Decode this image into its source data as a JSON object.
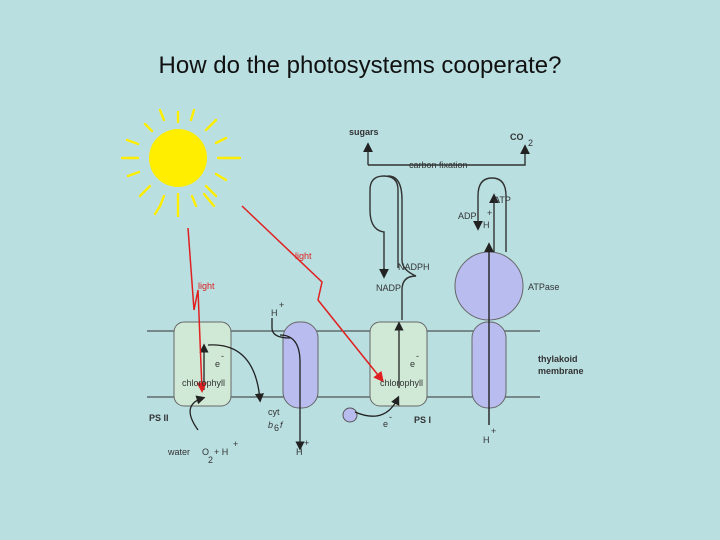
{
  "title": "How do the photosystems cooperate?",
  "colors": {
    "background": "#b9dfe1",
    "photosystem": "#cfe9d6",
    "cytochrome": "#b9bcef",
    "atpase": "#b9bcef",
    "sun": "#ffee00",
    "light_ray": "#e02020"
  },
  "labels": {
    "sugars": "sugars",
    "co2": "CO",
    "co2_sub": "2",
    "carbon_fixation": "carbon fixation",
    "atp": "ATP",
    "adp": "ADP",
    "plus": "+",
    "h": "H",
    "nadph": "NADPH",
    "nadp": "NADP",
    "atpase": "ATPase",
    "light1": "light",
    "light2": "light",
    "h_top": "H",
    "h_sup": "+",
    "e_minus": "e",
    "e_sup": "-",
    "chlorophyll1": "chlorophyll",
    "chlorophyll2": "chlorophyll",
    "ps2": "PS II",
    "ps1": "PS I",
    "cyt": "cyt",
    "b6f": "b",
    "b6f_sub": "6",
    "b6f_f": "f",
    "thylakoid_membrane_1": "thylakoid",
    "thylakoid_membrane_2": "membrane",
    "water": "water",
    "o2": "O",
    "o2_sub": "2",
    "h_plus_label": "+ H",
    "h_bottom": "H",
    "e_bottom": "e",
    "h_atpase_bottom": "H"
  }
}
